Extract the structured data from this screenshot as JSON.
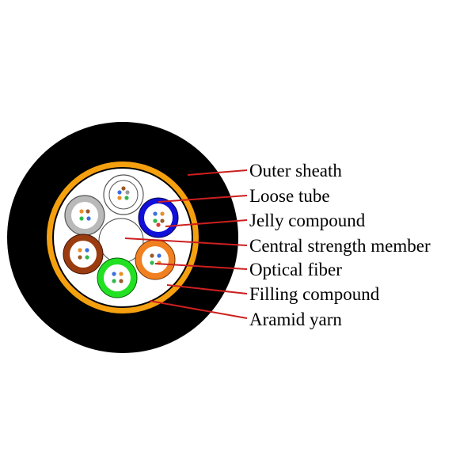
{
  "labels": {
    "outer_sheath": "Outer sheath",
    "loose_tube": "Loose tube",
    "jelly_compound": "Jelly compound",
    "central_strength_member": "Central strength member",
    "optical_fiber": "Optical fiber",
    "filling_compound": "Filling compound",
    "aramid_yarn": "Aramid yarn"
  },
  "colors": {
    "outer_sheath": "#000000",
    "aramid_yarn": "#f5a00e",
    "core_background": "#ffffff",
    "leader_line": "#cc1f1f",
    "tube_white": "#ffffff",
    "tube_grey": "#b9b9b9",
    "tube_blue": "#1010d8",
    "tube_orange": "#f08020",
    "tube_brown": "#9a3b10",
    "tube_green": "#22e022",
    "fiber_blue": "#3a6fe0",
    "fiber_orange": "#e8902a",
    "fiber_green": "#2fb84a",
    "fiber_brown": "#9a5a2a",
    "fiber_grey": "#9a9a9a",
    "fiber_red": "#e03a3a"
  }
}
